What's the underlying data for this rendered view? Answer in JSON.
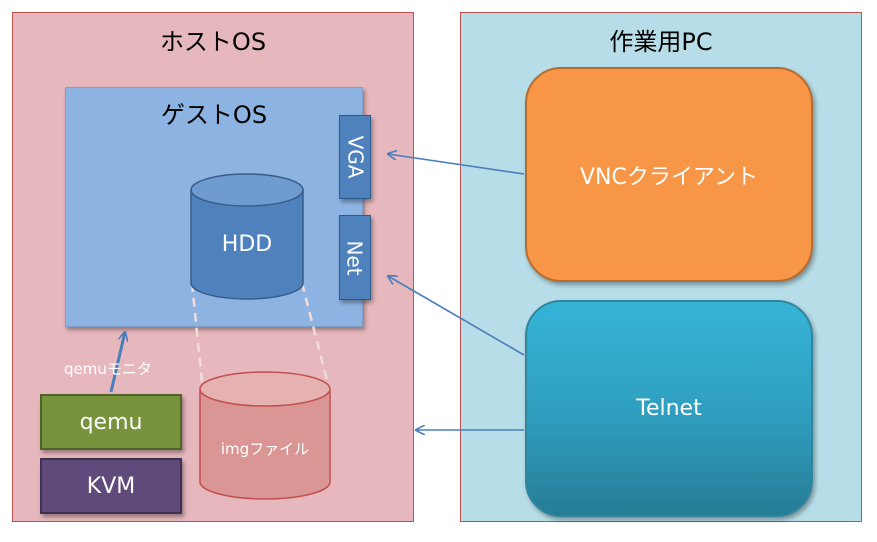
{
  "host": {
    "title": "ホストOS"
  },
  "pc": {
    "title": "作業用PC"
  },
  "guest": {
    "title": "ゲストOS"
  },
  "ports": {
    "vga": "VGA",
    "net": "Net"
  },
  "hdd": {
    "label": "HDD"
  },
  "img": {
    "label": "imgファイル"
  },
  "monitor": {
    "label": "qemuモニタ"
  },
  "qemu": {
    "label": "qemu"
  },
  "kvm": {
    "label": "KVM"
  },
  "vnc": {
    "label": "VNCクライアント"
  },
  "telnet": {
    "label": "Telnet"
  },
  "colors": {
    "host_bg": "#e6b8bd",
    "pc_bg": "#b7dde8",
    "guest_bg": "#8db3e2",
    "port": "#4f81bd",
    "qemu": "#77933c",
    "kvm": "#604a7b",
    "vnc": "#f79646",
    "telnet": "#31a6cc",
    "arrow": "#4a7ebb"
  }
}
